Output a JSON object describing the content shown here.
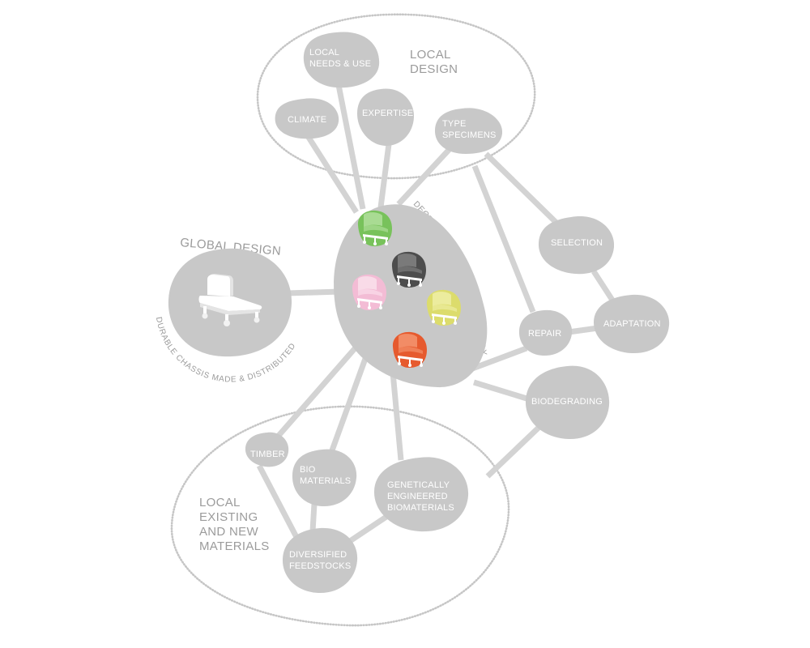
{
  "regions": {
    "local_design": {
      "title_lines": [
        "LOCAL",
        "DESIGN"
      ]
    },
    "global_design": {
      "title": "GLOBAL DESIGN",
      "caption": "DURABLE CHASSIS MADE & DISTRIBUTED"
    },
    "local_materials": {
      "title_lines": [
        "LOCAL",
        "EXISTING",
        "AND NEW",
        "MATERIALS"
      ]
    }
  },
  "center_hub": {
    "caption": "DEGRADABLE SHELLS MADE LOCALLY",
    "shells": [
      {
        "icon": "shell-chair-icon",
        "color": "#78c25b",
        "highlight": "#a9db93"
      },
      {
        "icon": "shell-chair-icon",
        "color": "#4d4d4d",
        "highlight": "#7a7a7a"
      },
      {
        "icon": "shell-chair-icon",
        "color": "#f3bcd5",
        "highlight": "#f9dbe8"
      },
      {
        "icon": "shell-chair-icon",
        "color": "#dcdc6c",
        "highlight": "#ecec9e"
      },
      {
        "icon": "shell-chair-icon",
        "color": "#e65a2e",
        "highlight": "#f28c66"
      }
    ]
  },
  "global_chassis": {
    "icon": "chassis-icon"
  },
  "nodes": {
    "local_needs": [
      "LOCAL",
      "NEEDS & USE"
    ],
    "climate": [
      "CLIMATE"
    ],
    "expertise": [
      "EXPERTISE"
    ],
    "type_specimens": [
      "TYPE",
      "SPECIMENS"
    ],
    "selection": [
      "SELECTION"
    ],
    "adaptation": [
      "ADAPTATION"
    ],
    "repair": [
      "REPAIR"
    ],
    "biodegrading": [
      "BIODEGRADING"
    ],
    "timber": [
      "TIMBER"
    ],
    "bio_materials": [
      "BIO",
      "MATERIALS"
    ],
    "genetically_engineered": [
      "GENETICALLY",
      "ENGINEERED",
      "BIOMATERIALS"
    ],
    "diversified_feedstocks": [
      "DIVERSIFIED",
      "FEEDSTOCKS"
    ]
  },
  "colors": {
    "blob": "#c8c8c8",
    "connector": "#d3d3d3",
    "outline": "#c6c6c6",
    "label": "#9b9b9b",
    "node_text": "#ffffff",
    "chassis": "#ffffff"
  }
}
